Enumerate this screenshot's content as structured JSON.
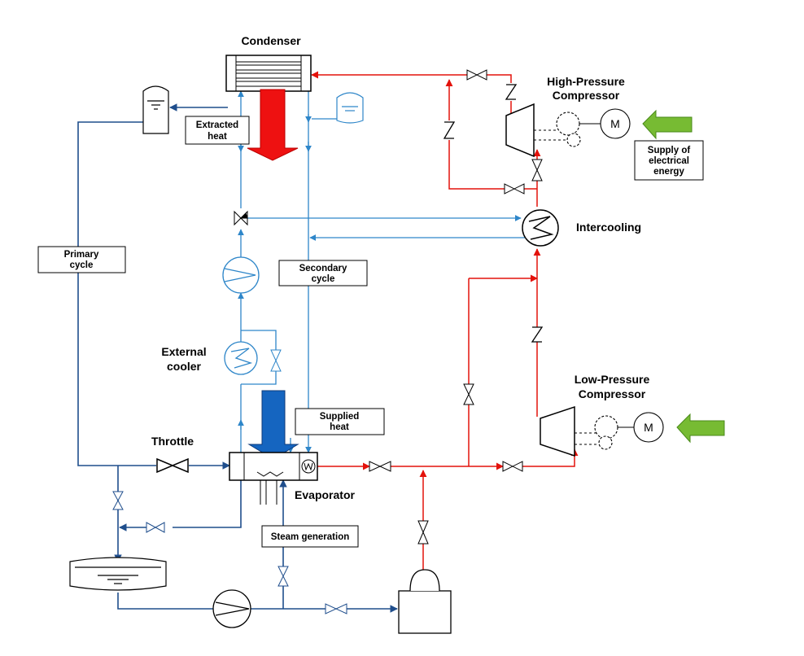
{
  "labels": {
    "condenser": "Condenser",
    "hp_compressor_line1": "High-Pressure",
    "hp_compressor_line2": "Compressor",
    "intercooling": "Intercooling",
    "lp_compressor_line1": "Low-Pressure",
    "lp_compressor_line2": "Compressor",
    "external_cooler_line1": "External",
    "external_cooler_line2": "cooler",
    "throttle": "Throttle",
    "evaporator": "Evaporator"
  },
  "boxes": {
    "extracted_heat_line1": "Extracted",
    "extracted_heat_line2": "heat",
    "supply_line1": "Supply of",
    "supply_line2": "electrical",
    "supply_line3": "energy",
    "primary_cycle_line1": "Primary",
    "primary_cycle_line2": "cycle",
    "secondary_cycle_line1": "Secondary",
    "secondary_cycle_line2": "cycle",
    "supplied_heat_line1": "Supplied",
    "supplied_heat_line2": "heat",
    "steam_generation": "Steam generation"
  },
  "motor_symbol": "M",
  "colors": {
    "primary_line": "#1f4e8c",
    "secondary_line": "#2e86c9",
    "hot_line": "#e3120b",
    "heat_out_arrow": "#ee1111",
    "heat_in_arrow": "#1565c0",
    "energy_arrow": "#77bb33"
  }
}
